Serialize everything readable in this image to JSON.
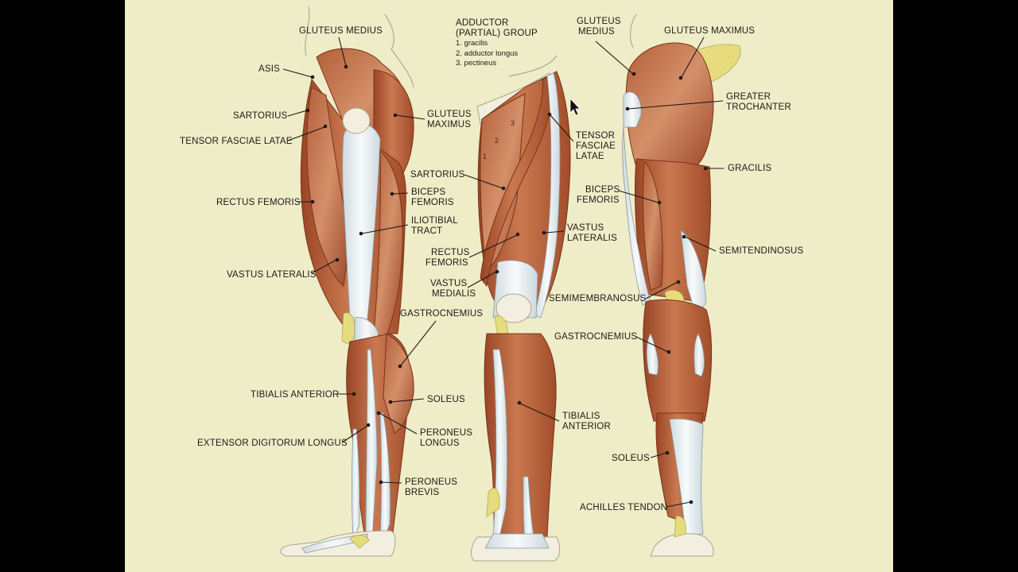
{
  "colors": {
    "background": "#000000",
    "plate": "#efecc8",
    "muscle": "#b5603a",
    "tendon": "#e8eef0",
    "fat": "#e6dc7e",
    "text": "#1e1a16"
  },
  "adductor_group": {
    "title_line1": "ADDUCTOR",
    "title_line2": "(PARTIAL) GROUP",
    "items": [
      "1. gracilis",
      "2. adductor longus",
      "3. pectineus"
    ],
    "markers": [
      "1",
      "2",
      "3"
    ]
  },
  "lateral_view": {
    "labels": {
      "gluteus_medius": "GLUTEUS MEDIUS",
      "asis": "ASIS",
      "sartorius": "SARTORIUS",
      "tensor_fasciae_latae": "TENSOR FASCIAE LATAE",
      "gluteus_maximus_1": "GLUTEUS",
      "gluteus_maximus_2": "MAXIMUS",
      "rectus_femoris": "RECTUS FEMORIS",
      "biceps_femoris_1": "BICEPS",
      "biceps_femoris_2": "FEMORIS",
      "iliotibial_tract_1": "ILIOTIBIAL",
      "iliotibial_tract_2": "TRACT",
      "vastus_lateralis": "VASTUS LATERALIS",
      "gastrocnemius": "GASTROCNEMIUS",
      "tibialis_anterior": "TIBIALIS ANTERIOR",
      "soleus": "SOLEUS",
      "extensor_digitorum_longus": "EXTENSOR DIGITORUM LONGUS",
      "peroneus_longus_1": "PERONEUS",
      "peroneus_longus_2": "LONGUS",
      "peroneus_brevis_1": "PERONEUS",
      "peroneus_brevis_2": "BREVIS"
    }
  },
  "anterior_view": {
    "labels": {
      "tensor_fasciae_latae_1": "TENSOR",
      "tensor_fasciae_latae_2": "FASCIAE",
      "tensor_fasciae_latae_3": "LATAE",
      "sartorius": "SARTORIUS",
      "vastus_lateralis_1": "VASTUS",
      "vastus_lateralis_2": "LATERALIS",
      "rectus_femoris_1": "RECTUS",
      "rectus_femoris_2": "FEMORIS",
      "vastus_medialis_1": "VASTUS",
      "vastus_medialis_2": "MEDIALIS",
      "tibialis_anterior_1": "TIBIALIS",
      "tibialis_anterior_2": "ANTERIOR"
    }
  },
  "posterior_view": {
    "labels": {
      "gluteus_medius_1": "GLUTEUS",
      "gluteus_medius_2": "MEDIUS",
      "gluteus_maximus": "GLUTEUS MAXIMUS",
      "greater_trochanter_1": "GREATER",
      "greater_trochanter_2": "TROCHANTER",
      "gracilis": "GRACILIS",
      "biceps_femoris_1": "BICEPS",
      "biceps_femoris_2": "FEMORIS",
      "semitendinosus": "SEMITENDINOSUS",
      "semimembranosus": "SEMIMEMBRANOSUS",
      "gastrocnemius": "GASTROCNEMIUS",
      "soleus": "SOLEUS",
      "achilles_tendon": "ACHILLES TENDON"
    }
  }
}
